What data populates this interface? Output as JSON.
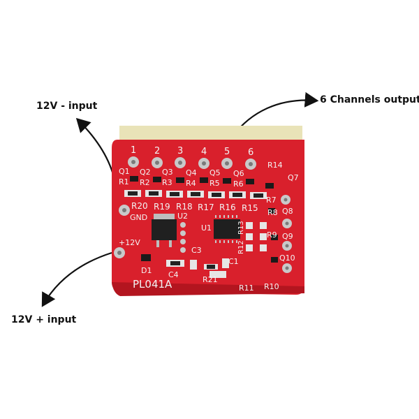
{
  "callouts": {
    "minus_input": "12V - input",
    "plus_input": "12V +  input",
    "output": "6  Channels output"
  },
  "board": {
    "model": "PL041A",
    "channel_numbers": [
      "1",
      "2",
      "3",
      "4",
      "5",
      "6"
    ],
    "transistor_labels": [
      "Q1",
      "Q2",
      "Q3",
      "Q4",
      "Q5",
      "Q6"
    ],
    "upper_resistor_labels": [
      "R1",
      "R2",
      "R3",
      "R4",
      "R5",
      "R6"
    ],
    "lower_resistor_labels": [
      "R20",
      "R19",
      "R18",
      "R17",
      "R16",
      "R15"
    ],
    "gnd": "GND",
    "plus12v": "+12V",
    "regulator": "U2",
    "controller": "U1",
    "right_labels": [
      "R14",
      "Q7",
      "R7",
      "R8",
      "Q8",
      "R9",
      "Q9",
      "Q10"
    ],
    "bottom_labels": [
      "D1",
      "C4",
      "C3",
      "R21",
      "C1",
      "R11",
      "R10"
    ],
    "vertical_labels": [
      "R13",
      "R12"
    ],
    "colors": {
      "pcb": "#d9202c",
      "pad": "#c9c9c9",
      "connector": "#e9e3b8",
      "silk": "#f3f3f3"
    }
  }
}
